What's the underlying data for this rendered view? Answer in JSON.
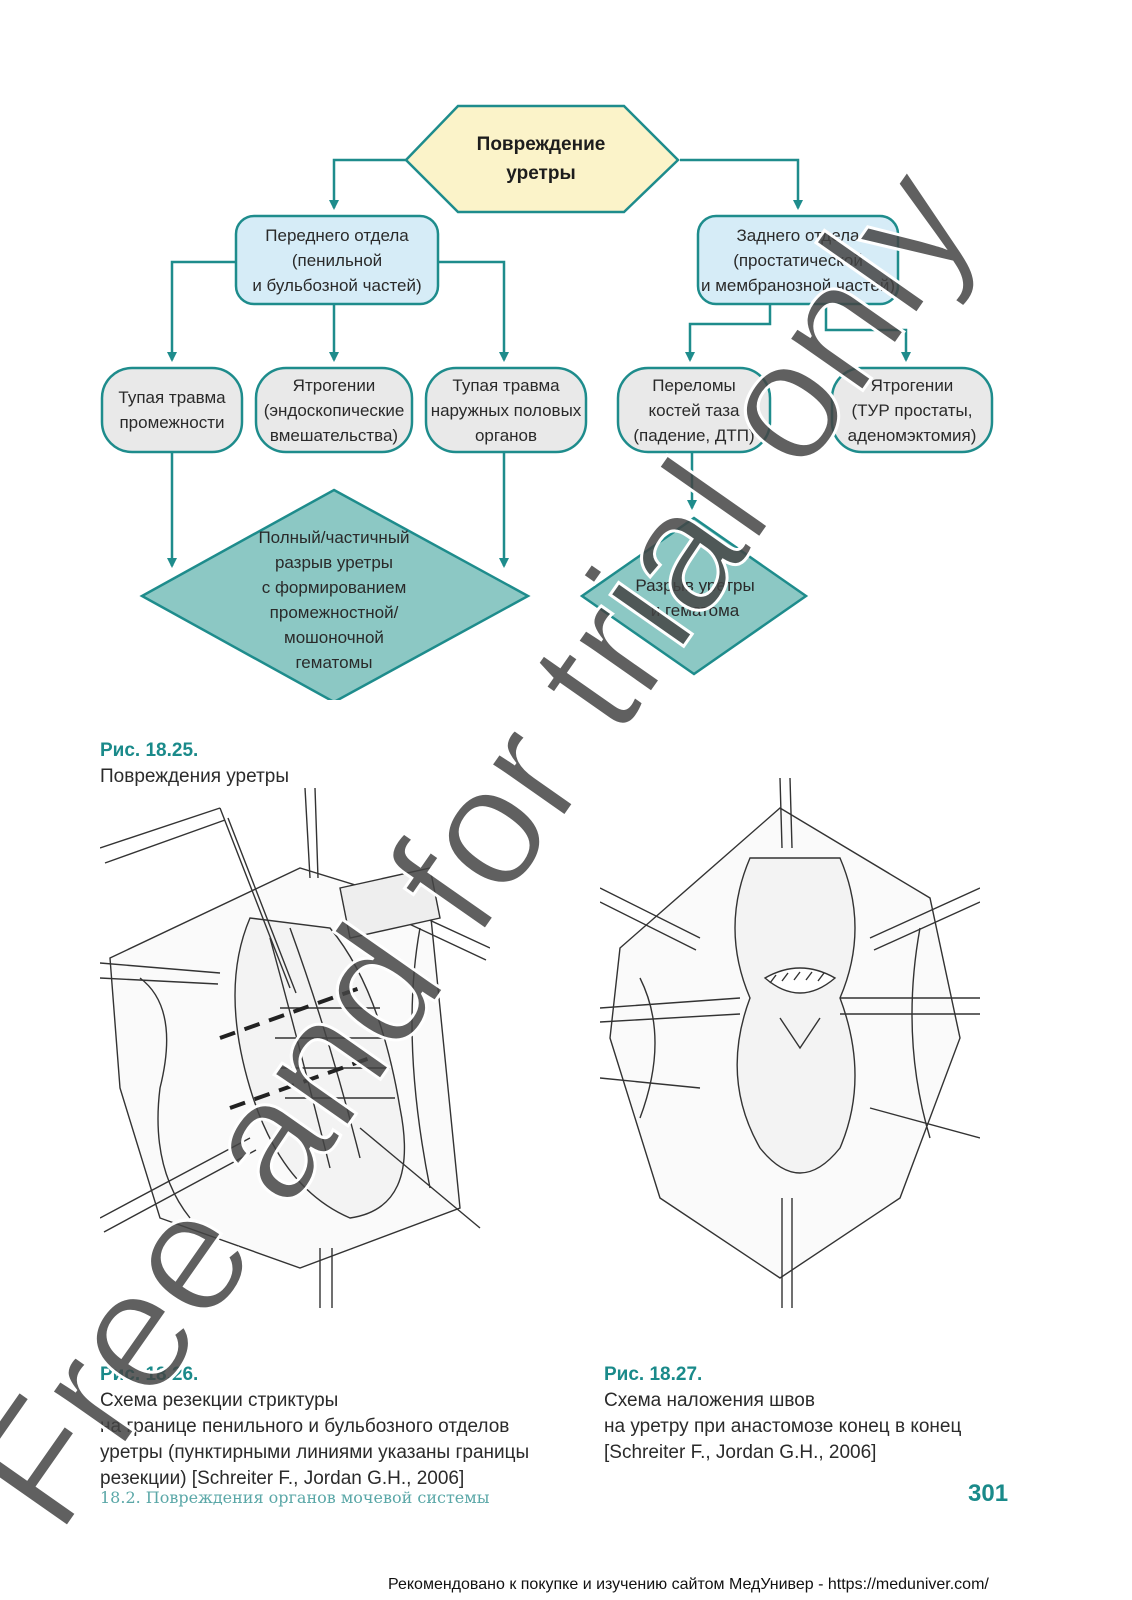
{
  "flowchart": {
    "root": "Повреждение\nуретры",
    "anterior": "Переднего отдела\n(пенильной\nи бульбозной частей)",
    "posterior": "Заднего отдела\n(простатической\nи мембранозной частей)",
    "blunt_perineum": "Тупая травма\nпромежности",
    "iatrogenic_anterior": "Ятрогении\n(эндоскопические\nвмешательства)",
    "blunt_external": "Тупая травма\nнаружных половых\nорганов",
    "pelvic_fractures": "Переломы\nкостей таза\n(падение, ДТП)",
    "iatrogenic_posterior": "Ятрогении\n(ТУР простаты,\nаденомэктомия)",
    "anterior_result": "Полный/частичный\nразрыв уретры\nс формированием\nпромежностной/\nмошоночной\nгематомы",
    "posterior_result": "Разрыв уретры\nи гематома"
  },
  "captions": {
    "fig25_label": "Рис. 18.25.",
    "fig25_text": "Повреждения уретры",
    "fig26_label": "Рис. 18.26.",
    "fig26_text": "Схема резекции стриктуры\nна границе пенильного и бульбозного отделов\nуретры (пунктирными линиями указаны границы\nрезекции) [Schreiter F., Jordan G.H., 2006]",
    "fig27_label": "Рис. 18.27.",
    "fig27_text": "Схема наложения швов\nна уретру при анастомозе конец в конец\n[Schreiter F., Jordan G.H., 2006]"
  },
  "footer": {
    "section": "18.2. Повреждения органов мочевой системы",
    "page_number": "301",
    "recommendation": "Рекомендовано к покупке и изучению сайтом МедУнивер - https://meduniver.com/"
  },
  "watermark": "Free and for trial only",
  "colors": {
    "accent": "#1a8a8a",
    "arrow": "#1e8c8c",
    "root_fill": "#fbf3c9",
    "level1_fill": "#d6ecf7",
    "cause_fill": "#e9e9e9",
    "result_fill": "#8cc8c4",
    "watermark": "#444444"
  }
}
